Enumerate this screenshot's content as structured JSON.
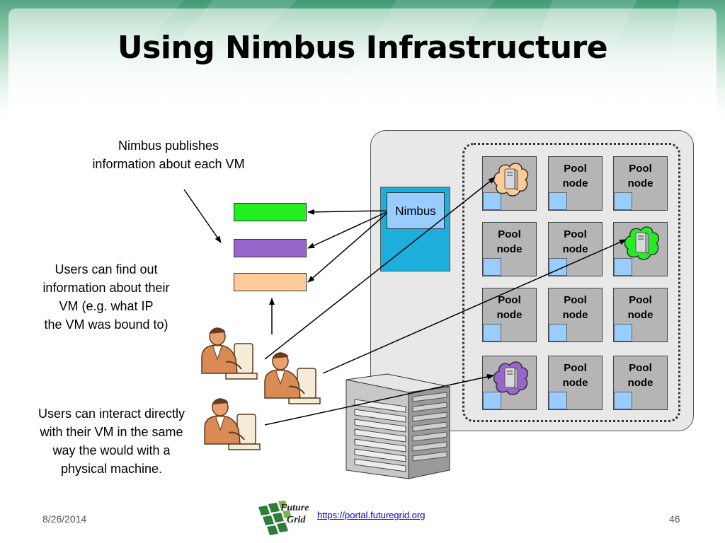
{
  "slide": {
    "title": "Using Nimbus Infrastructure",
    "date": "8/26/2014",
    "page_number": "46",
    "link": "https://portal.futuregrid.org",
    "logo": {
      "line1": "Future",
      "line2": "Grid"
    }
  },
  "labels": {
    "publish": [
      "Nimbus publishes",
      "information about each VM"
    ],
    "find": [
      "Users can find out",
      "information about their",
      "VM (e.g. what IP",
      "the VM was bound to)"
    ],
    "interact": [
      "Users can interact directly",
      "with their VM in the same",
      "way the would with a",
      "physical machine."
    ]
  },
  "info_bars": [
    {
      "color": "#22ee22"
    },
    {
      "color": "#9966cc"
    },
    {
      "color": "#ffcc99"
    }
  ],
  "nimbus": {
    "label": "Nimbus"
  },
  "pool": {
    "node_label": [
      "Pool",
      "node"
    ],
    "vm_colors": {
      "orange": "#ffcc99",
      "green": "#22ee22",
      "purple": "#9966cc"
    }
  },
  "icons": [
    "server-tower-icon",
    "server-rack-icon",
    "user-at-computer-icon",
    "vm-cloud-icon",
    "futuregrid-logo"
  ]
}
